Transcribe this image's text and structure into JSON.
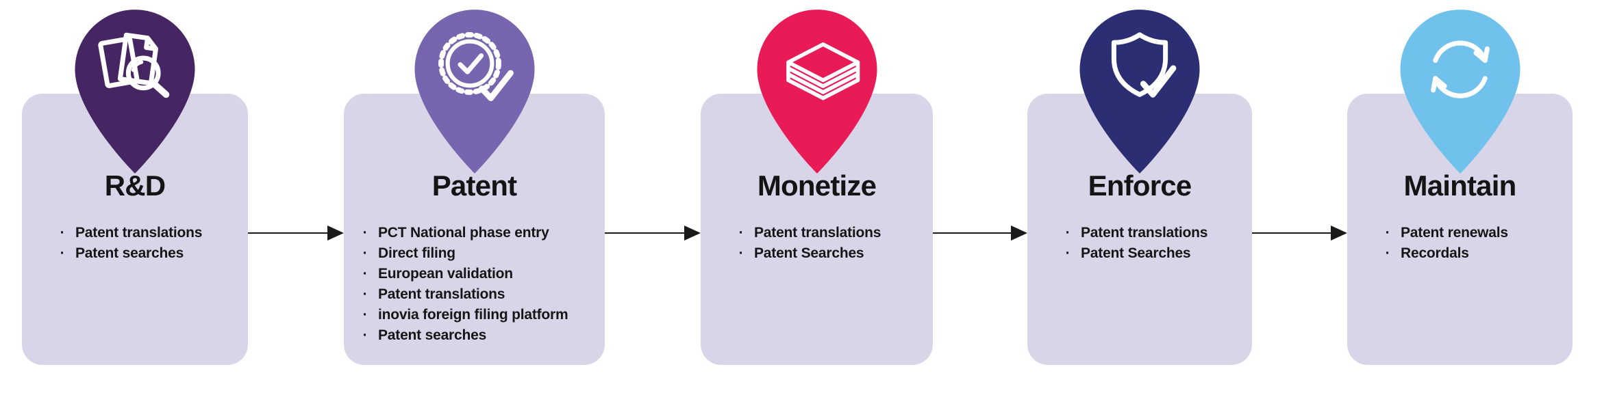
{
  "diagram": {
    "background_color": "#ffffff",
    "card_color": "#d9d5e8",
    "text_color": "#141414",
    "arrow_color": "#1a1a1a",
    "bullet_char": "·",
    "stages": [
      {
        "title": "R&D",
        "icon": "documents-search-icon",
        "pin_color": "#452663",
        "items": [
          "Patent translations",
          "Patent searches"
        ]
      },
      {
        "title": "Patent",
        "icon": "certificate-check-icon",
        "pin_color": "#7765af",
        "items": [
          "PCT National phase entry",
          "Direct filing",
          "European validation",
          "Patent translations",
          "inovia foreign filing platform",
          "Patent searches"
        ]
      },
      {
        "title": "Monetize",
        "icon": "money-stack-icon",
        "pin_color": "#e91b57",
        "items": [
          "Patent translations",
          "Patent Searches"
        ]
      },
      {
        "title": "Enforce",
        "icon": "shield-check-icon",
        "pin_color": "#2b2e72",
        "items": [
          "Patent translations",
          "Patent Searches"
        ]
      },
      {
        "title": "Maintain",
        "icon": "refresh-arrows-icon",
        "pin_color": "#70c2ec",
        "items": [
          "Patent renewals",
          "Recordals"
        ]
      }
    ]
  }
}
